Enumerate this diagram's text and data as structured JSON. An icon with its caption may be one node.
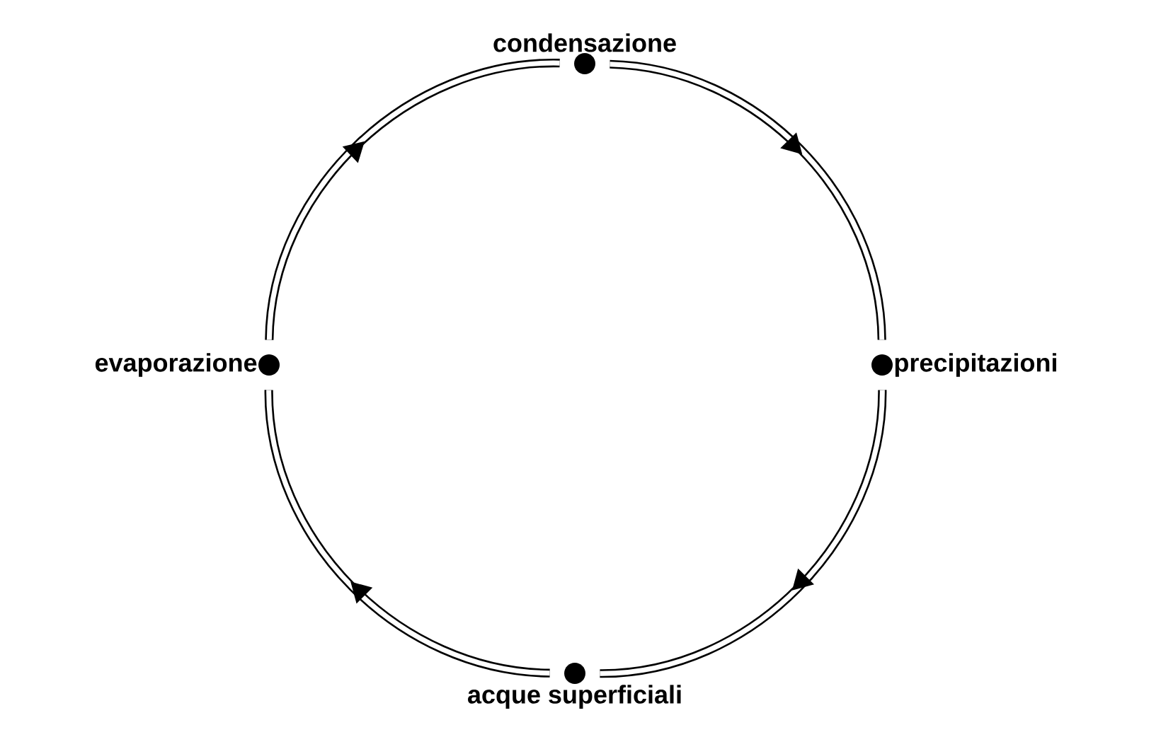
{
  "diagram": {
    "nodes": [
      {
        "text": [
          "condensazione"
        ]
      },
      {
        "text": [
          "precipitazioni"
        ]
      },
      {
        "text": [
          "acque superficiali"
        ]
      },
      {
        "text": [
          "evaporazione"
        ]
      }
    ],
    "edges": [
      {
        "from": 0,
        "to": 1,
        "arrow": "to"
      },
      {
        "from": 1,
        "to": 2,
        "arrow": "to"
      },
      {
        "from": 2,
        "to": 3,
        "arrow": "to"
      },
      {
        "from": 3,
        "to": 0,
        "arrow": "to"
      }
    ]
  }
}
